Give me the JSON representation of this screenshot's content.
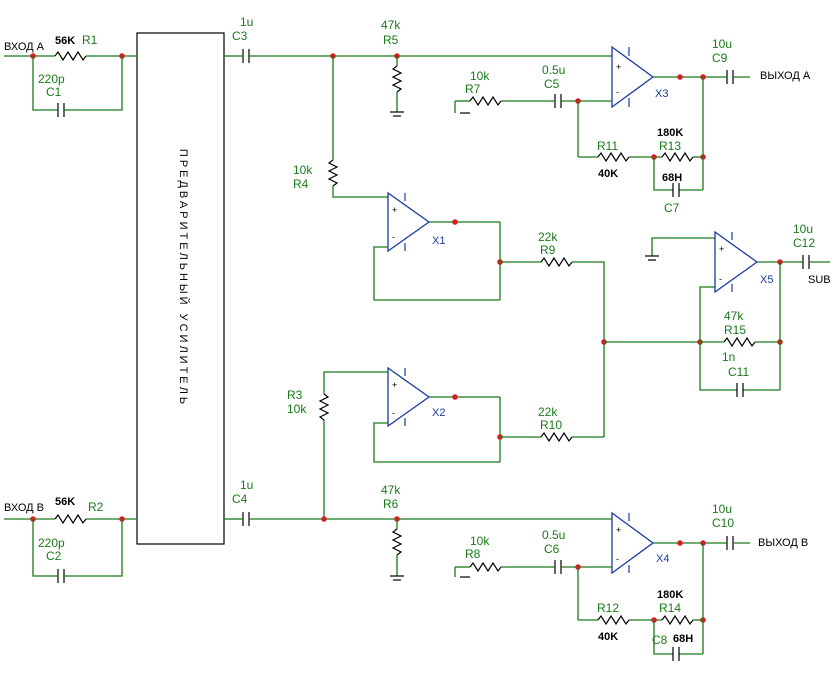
{
  "ports": {
    "in_a": "ВХОД А",
    "in_b": "ВХОД В",
    "out_a": "ВЫХОД А",
    "out_b": "ВЫХОД В",
    "out_sub": "SUB"
  },
  "preamp_label": "ПРЕДВАРИТЕЛЬНЫЙ УСИЛИТЕЛЬ",
  "parts": {
    "R1": {
      "ref": "R1",
      "val": "56K"
    },
    "R2": {
      "ref": "R2",
      "val": "56K"
    },
    "C1": {
      "ref": "C1",
      "val": "220p"
    },
    "C2": {
      "ref": "C2",
      "val": "220p"
    },
    "C3": {
      "ref": "C3",
      "val": "1u"
    },
    "C4": {
      "ref": "C4",
      "val": "1u"
    },
    "R5": {
      "ref": "R5",
      "val": "47k"
    },
    "R6": {
      "ref": "R6",
      "val": "47k"
    },
    "R7": {
      "ref": "R7",
      "val": "10k"
    },
    "R8": {
      "ref": "R8",
      "val": "10k"
    },
    "C5": {
      "ref": "C5",
      "val": "0.5u"
    },
    "C6": {
      "ref": "C6",
      "val": "0.5u"
    },
    "R11": {
      "ref": "R11",
      "val": "40K"
    },
    "R12": {
      "ref": "R12",
      "val": "40K"
    },
    "R13": {
      "ref": "R13",
      "val": "180K"
    },
    "R14": {
      "ref": "R14",
      "val": "180K"
    },
    "C7": {
      "ref": "C7",
      "val": "68H"
    },
    "C8": {
      "ref": "C8",
      "val": "68H"
    },
    "C9": {
      "ref": "C9",
      "val": "10u"
    },
    "C10": {
      "ref": "C10",
      "val": "10u"
    },
    "R4": {
      "ref": "R4",
      "val": "10k"
    },
    "R3": {
      "ref": "R3",
      "val": "10k"
    },
    "R9": {
      "ref": "R9",
      "val": "22k"
    },
    "R10": {
      "ref": "R10",
      "val": "22k"
    },
    "R15": {
      "ref": "R15",
      "val": "47k"
    },
    "C11": {
      "ref": "C11",
      "val": "1n"
    },
    "C12": {
      "ref": "C12",
      "val": "10u"
    }
  },
  "opamps": {
    "X1": "X1",
    "X2": "X2",
    "X3": "X3",
    "X4": "X4",
    "X5": "X5"
  },
  "pins": {
    "plus": "+",
    "minus": "-"
  },
  "colors": {
    "wire": "#1a7a1a",
    "junction": "#d42020",
    "opamp": "#1a3aa0",
    "component": "#000000"
  }
}
